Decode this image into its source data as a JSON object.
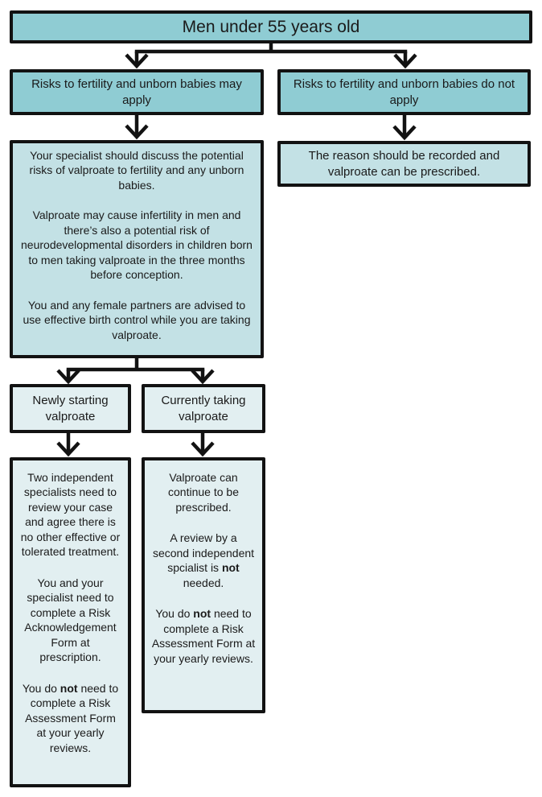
{
  "colors": {
    "box_strong": "#8fccd3",
    "box_medium": "#c3e1e5",
    "box_light": "#e2eff1",
    "line": "#121212",
    "text": "#1a1a1a",
    "background": "#ffffff"
  },
  "nodes": {
    "root": {
      "label": "Men under 55 years old"
    },
    "risks_may_apply": {
      "label": "Risks to fertility and unborn babies may apply"
    },
    "risks_do_not_apply": {
      "label": "Risks to fertility and unborn babies do not apply"
    },
    "specialist_discussion": {
      "paragraphs": [
        "Your specialist should discuss the potential risks of valproate to fertility and any unborn babies.",
        "Valproate may cause infertility in men and there’s also a potential risk of neurodevelopmental disorders in children born to men taking valproate in the three months before conception.",
        "You and any female partners are advised to use effective birth control while you are taking valproate."
      ]
    },
    "reason_recorded": {
      "label": "The reason should be recorded and valproate can be prescribed."
    },
    "newly_starting": {
      "label": "Newly starting valproate"
    },
    "currently_taking": {
      "label": "Currently taking valproate"
    },
    "newly_starting_details": {
      "paragraphs": [
        "Two independent specialists need to review your case and agree there is no other effective or tolerated treatment.",
        "You and your specialist need to complete a Risk Acknowledgement Form at prescription.",
        "You do **not** need to complete a Risk Assessment Form at your yearly reviews."
      ]
    },
    "currently_taking_details": {
      "paragraphs": [
        "Valproate can continue to be prescribed.",
        "A review by a second independent spcialist is **not** needed.",
        "You do **not** need to complete a Risk Assessment Form at your yearly reviews."
      ]
    }
  }
}
